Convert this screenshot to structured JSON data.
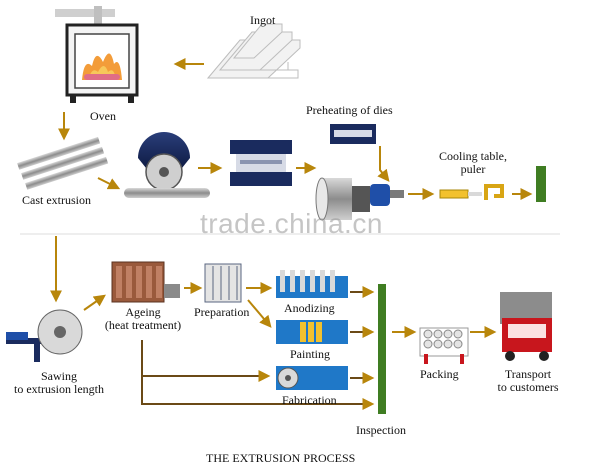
{
  "diagram": {
    "title": "THE EXTRUSION PROCESS",
    "watermark": "trade.china.cn",
    "labels": {
      "ingot": "Ingot",
      "oven": "Oven",
      "preheating": "Preheating of dies",
      "cooling_line1": "Cooling table,",
      "cooling_line2": "puler",
      "cast_extrusion": "Cast extrusion",
      "ageing_line1": "Ageing",
      "ageing_line2": "(heat treatment)",
      "preparation": "Preparation",
      "anodizing": "Anodizing",
      "painting": "Painting",
      "fabrication": "Fabrication",
      "sawing_line1": "Sawing",
      "sawing_line2": "to extrusion length",
      "inspection": "Inspection",
      "packing": "Packing",
      "transport_line1": "Transport",
      "transport_line2": "to customers"
    },
    "colors": {
      "arrow": "#b8860b",
      "flow_line": "#6b4a16",
      "inspection_bar": "#3f7d22",
      "truck_red": "#c8161d",
      "anodize_blue": "#1f78c8",
      "ageing_brown": "#9a5a3c"
    }
  }
}
